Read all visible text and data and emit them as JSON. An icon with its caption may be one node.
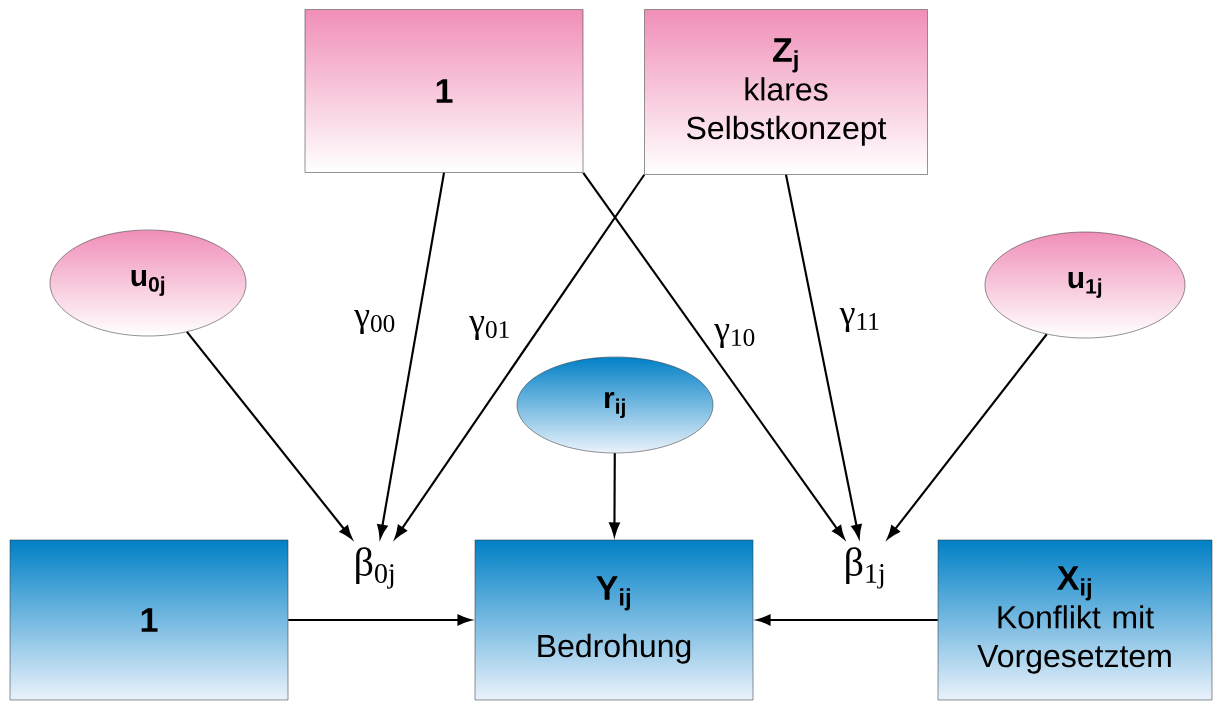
{
  "diagram": {
    "nodes": [
      {
        "text": [
          "1"
        ]
      },
      {
        "text": [
          "Z$_{j}$",
          "klares Selbstkonzept"
        ]
      },
      {
        "text": [
          "u$_{0j}$"
        ]
      },
      {
        "text": [
          "u$_{1j}$"
        ]
      },
      {
        "text": [
          "r$_{ij}$"
        ]
      },
      {
        "text": [
          "β$_{0j}$"
        ]
      },
      {
        "text": [
          "β$_{1j}$"
        ]
      },
      {
        "text": [
          "1"
        ]
      },
      {
        "text": [
          "Y$_{ij}$",
          "Bedrohung"
        ]
      },
      {
        "text": [
          "X$_{ij}$",
          "Konflikt mit Vorgesetztem"
        ]
      }
    ],
    "edges": [
      {
        "from": 0,
        "to": 5,
        "arrow": "to",
        "label": "γ$_{00}$"
      },
      {
        "from": 1,
        "to": 5,
        "arrow": "to",
        "label": "γ$_{01}$"
      },
      {
        "from": 0,
        "to": 6,
        "arrow": "to",
        "label": "γ$_{10}$"
      },
      {
        "from": 1,
        "to": 6,
        "arrow": "to",
        "label": "γ$_{11}$"
      },
      {
        "from": 2,
        "to": 5,
        "arrow": "to"
      },
      {
        "from": 3,
        "to": 6,
        "arrow": "to"
      },
      {
        "from": 4,
        "to": 8,
        "arrow": "to"
      },
      {
        "from": 7,
        "to": 8,
        "arrow": "to"
      },
      {
        "from": 9,
        "to": 8,
        "arrow": "to"
      }
    ]
  }
}
